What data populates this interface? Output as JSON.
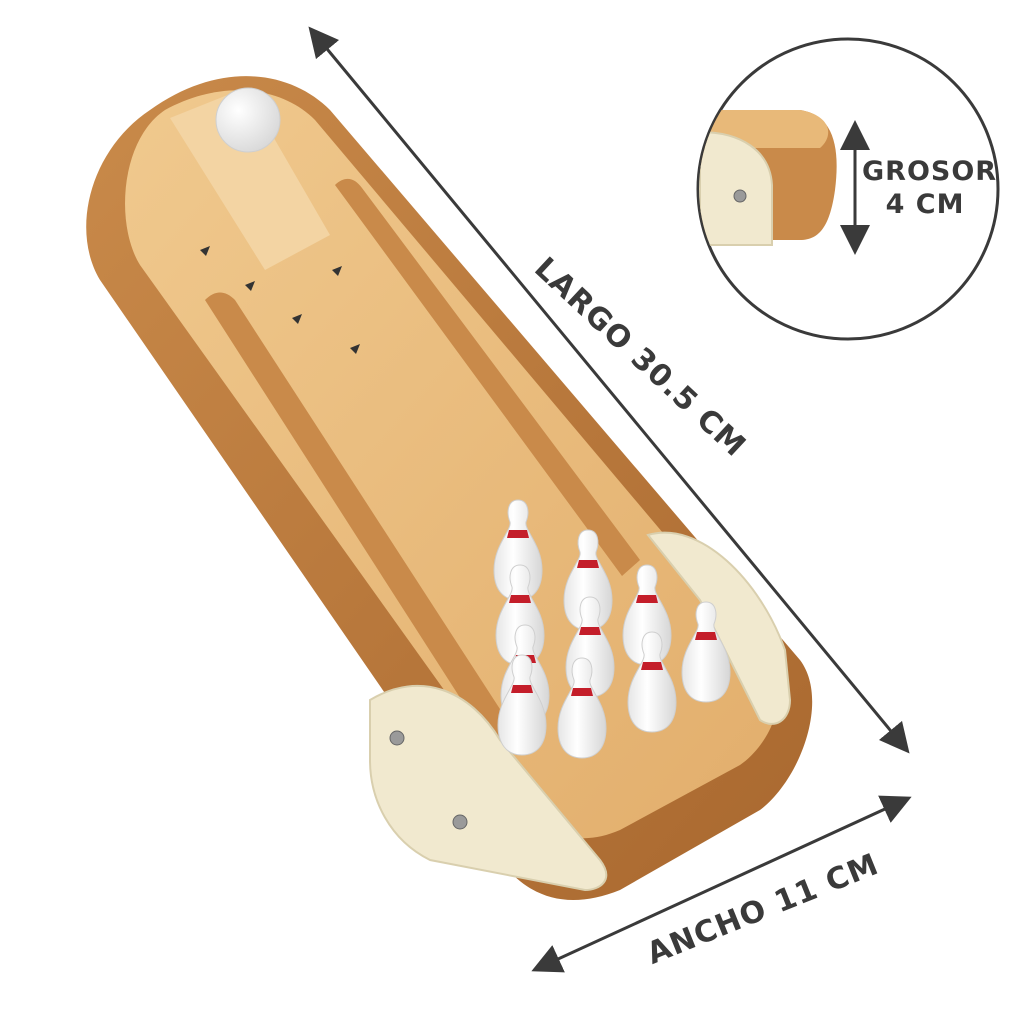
{
  "dimensions": {
    "length": "LARGO 30.5 CM",
    "width": "ANCHO 11 CM",
    "thickness_line1": "GROSOR",
    "thickness_line2": "4 CM"
  },
  "scene": {
    "objects": [
      "bowling-lane-board",
      "bowling-ball",
      "bowling-pin",
      "end-cap",
      "detail-inset"
    ],
    "pin_count": 10,
    "colors": {
      "wood_light": "#e6b77a",
      "wood_dark": "#b9773c",
      "end_cap": "#f1e9cf",
      "pin_white": "#fafafa",
      "pin_stripe": "#c41e2a",
      "dimension_line": "#444444"
    }
  }
}
